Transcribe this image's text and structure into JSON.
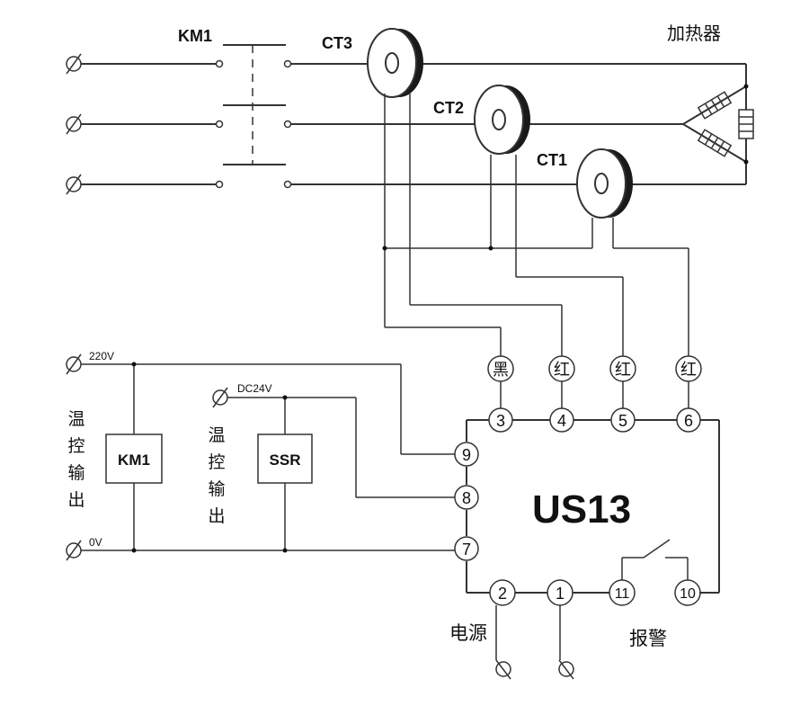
{
  "contactor": {
    "label": "KM1"
  },
  "sensors": {
    "ct3": "CT3",
    "ct2": "CT2",
    "ct1": "CT1"
  },
  "heater": {
    "label": "加热器"
  },
  "wire_colors": {
    "black": "黑",
    "red1": "红",
    "red2": "红",
    "red3": "红"
  },
  "supply": {
    "ac_top": "220V",
    "ac_bottom": "0V",
    "dc_top": "DC24V"
  },
  "outputs": {
    "relay_box": "KM1",
    "ssr_box": "SSR",
    "temp_output_1": [
      "温",
      "控",
      "输",
      "出"
    ],
    "temp_output_2": [
      "温",
      "控",
      "输",
      "出"
    ]
  },
  "module": {
    "name": "US13",
    "terminals": {
      "t1": "1",
      "t2": "2",
      "t3": "3",
      "t4": "4",
      "t5": "5",
      "t6": "6",
      "t7": "7",
      "t8": "8",
      "t9": "9",
      "t10": "10",
      "t11": "11"
    }
  },
  "bottom_labels": {
    "power": "电源",
    "alarm": "报警"
  }
}
